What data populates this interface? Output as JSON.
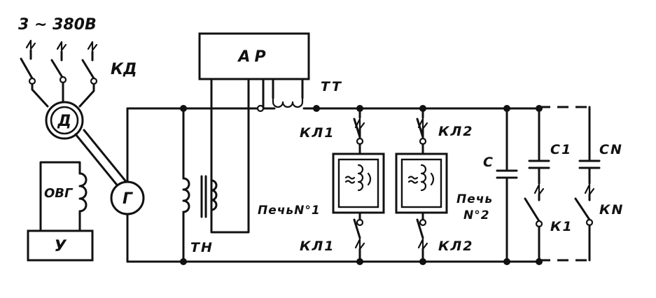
{
  "labels": {
    "supply": "3 ~ 380В",
    "motor_switch": "КД",
    "motor": "Д",
    "generator": "Г",
    "excitation_winding": "ОВГ",
    "amplifier": "У",
    "regulator": "АР",
    "current_transformer": "ТТ",
    "voltage_transformer": "ТН",
    "kl1_top": "КЛ1",
    "kl2_top": "КЛ2",
    "kl1_bottom": "КЛ1",
    "kl2_bottom": "КЛ2",
    "furnace1": "ПечьN°1",
    "furnace2_line1": "Печь",
    "furnace2_line2": "N°2",
    "capacitor_c": "С",
    "capacitor_c1": "С1",
    "capacitor_cn": "СN",
    "switch_k1": "К1",
    "switch_kn": "КN"
  },
  "colors": {
    "ink": "#111111",
    "paper": "#ffffff"
  }
}
